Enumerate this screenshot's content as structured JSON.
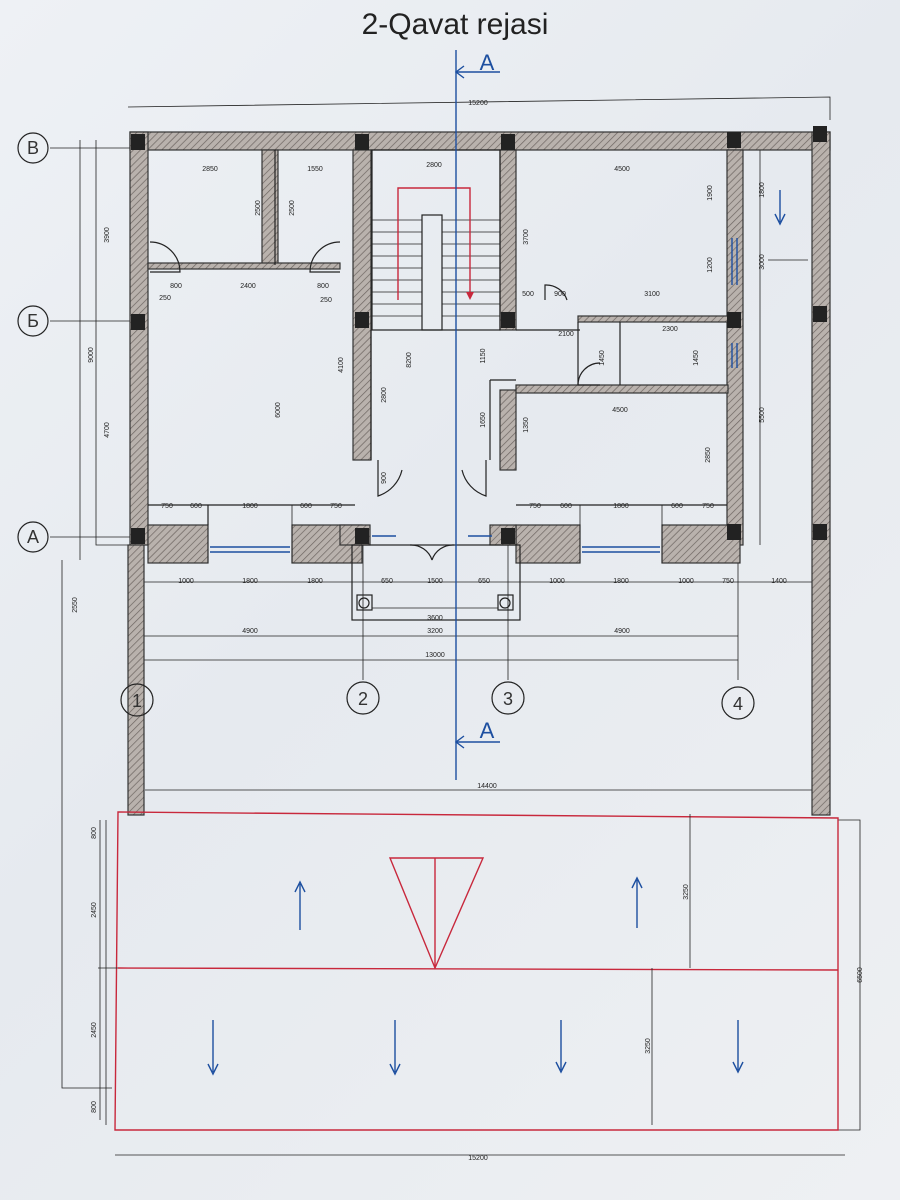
{
  "title": "2-Qavat rejasi",
  "section_label": "A",
  "axes": {
    "letters": [
      "В",
      "Б",
      "А"
    ],
    "numbers": [
      "1",
      "2",
      "3",
      "4"
    ]
  },
  "dimensions": {
    "top_total": "15200",
    "bottom_total": "15200",
    "roof_width": "14400",
    "total_13000": "13000",
    "bay_4900_left": "4900",
    "bay_4900_right": "4900",
    "mid_3200": "3200",
    "mid_3600": "3600",
    "left_9000": "9000",
    "left_4700": "4700",
    "left_3900": "3900",
    "left_2550": "2550",
    "right_5500": "5500",
    "right_6500": "6500",
    "right_1800": "1800",
    "right_3000": "3000",
    "roof_3250_a": "3250",
    "roof_3250_b": "3250",
    "roof_2450_a": "2450",
    "roof_2450_b": "2450",
    "roof_800_a": "800",
    "roof_800_b": "800",
    "r1_2850": "2850",
    "r1_1550": "1550",
    "r1_2500_a": "2500",
    "r1_2500_b": "2500",
    "r1_800_a": "800",
    "r1_800_b": "800",
    "r1_2400": "2400",
    "r1_250_a": "250",
    "r1_250_b": "250",
    "r1_6000": "6000",
    "r1_4100": "4100",
    "r1_8200": "8200",
    "st_2800": "2800",
    "st_2800_b": "2800",
    "st_1150": "1150",
    "st_1650": "1650",
    "st_900": "900",
    "r2_4500_top": "4500",
    "r2_1900": "1900",
    "r2_3700": "3700",
    "r2_1200": "1200",
    "r2_500": "500",
    "r2_900": "900",
    "r2_3100": "3100",
    "r2_2100": "2100",
    "r2_2300": "2300",
    "r2_1450_a": "1450",
    "r2_1450_b": "1450",
    "r2_4500_bot": "4500",
    "r2_1350": "1350",
    "r2_2850": "2850",
    "w_750_a": "750",
    "w_600_a": "600",
    "w_1800_a": "1800",
    "w_600_b": "600",
    "w_750_b": "750",
    "w_750_c": "750",
    "w_600_c": "600",
    "w_1800_b": "1800",
    "w_600_d": "600",
    "w_750_d": "750",
    "b_1000_a": "1000",
    "b_1800_a": "1800",
    "b_1800_b": "1800",
    "b_650_a": "650",
    "b_1500": "1500",
    "b_650_b": "650",
    "b_1000_b": "1000",
    "b_1800_c": "1800",
    "b_1000_c": "1000",
    "b_750": "750",
    "b_1400": "1400"
  }
}
